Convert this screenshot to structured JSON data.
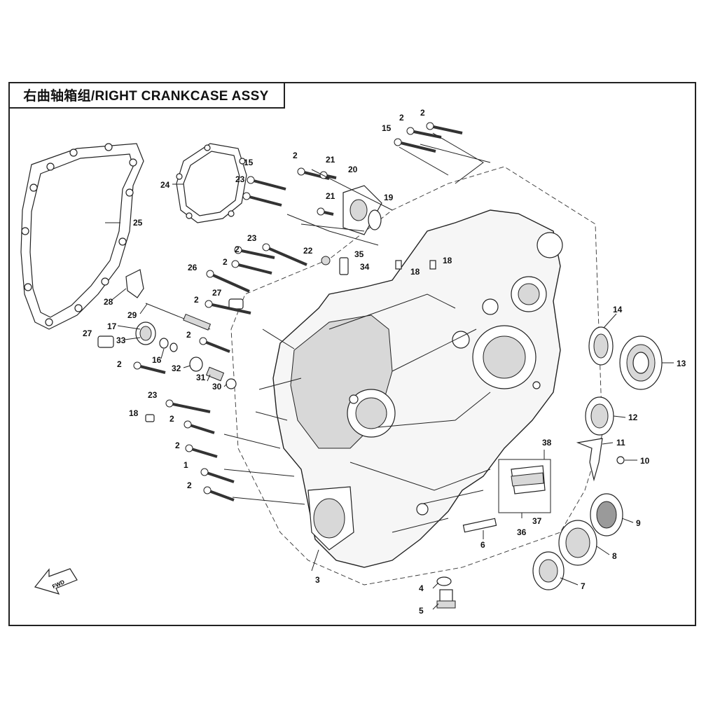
{
  "title": "右曲轴箱组/RIGHT CRANKCASE ASSY",
  "direction_label": "FWD",
  "callouts": [
    {
      "id": "c1",
      "label": "1"
    },
    {
      "id": "c2a",
      "label": "2"
    },
    {
      "id": "c2b",
      "label": "2"
    },
    {
      "id": "c2c",
      "label": "2"
    },
    {
      "id": "c2d",
      "label": "2"
    },
    {
      "id": "c2e",
      "label": "2"
    },
    {
      "id": "c2f",
      "label": "2"
    },
    {
      "id": "c2g",
      "label": "2"
    },
    {
      "id": "c2h",
      "label": "2"
    },
    {
      "id": "c2i",
      "label": "2"
    },
    {
      "id": "c2j",
      "label": "2"
    },
    {
      "id": "c2k",
      "label": "2"
    },
    {
      "id": "c3",
      "label": "3"
    },
    {
      "id": "c4",
      "label": "4"
    },
    {
      "id": "c5",
      "label": "5"
    },
    {
      "id": "c6",
      "label": "6"
    },
    {
      "id": "c7",
      "label": "7"
    },
    {
      "id": "c8",
      "label": "8"
    },
    {
      "id": "c9",
      "label": "9"
    },
    {
      "id": "c10",
      "label": "10"
    },
    {
      "id": "c11",
      "label": "11"
    },
    {
      "id": "c12",
      "label": "12"
    },
    {
      "id": "c13",
      "label": "13"
    },
    {
      "id": "c14",
      "label": "14"
    },
    {
      "id": "c15a",
      "label": "15"
    },
    {
      "id": "c15b",
      "label": "15"
    },
    {
      "id": "c16",
      "label": "16"
    },
    {
      "id": "c17",
      "label": "17"
    },
    {
      "id": "c18a",
      "label": "18"
    },
    {
      "id": "c18b",
      "label": "18"
    },
    {
      "id": "c18c",
      "label": "18"
    },
    {
      "id": "c19",
      "label": "19"
    },
    {
      "id": "c20",
      "label": "20"
    },
    {
      "id": "c21a",
      "label": "21"
    },
    {
      "id": "c21b",
      "label": "21"
    },
    {
      "id": "c22",
      "label": "22"
    },
    {
      "id": "c23a",
      "label": "23"
    },
    {
      "id": "c23b",
      "label": "23"
    },
    {
      "id": "c23c",
      "label": "23"
    },
    {
      "id": "c24",
      "label": "24"
    },
    {
      "id": "c25",
      "label": "25"
    },
    {
      "id": "c26",
      "label": "26"
    },
    {
      "id": "c27a",
      "label": "27"
    },
    {
      "id": "c27b",
      "label": "27"
    },
    {
      "id": "c28",
      "label": "28"
    },
    {
      "id": "c29",
      "label": "29"
    },
    {
      "id": "c30",
      "label": "30"
    },
    {
      "id": "c31",
      "label": "31"
    },
    {
      "id": "c32",
      "label": "32"
    },
    {
      "id": "c33",
      "label": "33"
    },
    {
      "id": "c34",
      "label": "34"
    },
    {
      "id": "c35",
      "label": "35"
    },
    {
      "id": "c36",
      "label": "36"
    },
    {
      "id": "c37",
      "label": "37"
    },
    {
      "id": "c38",
      "label": "38"
    }
  ]
}
